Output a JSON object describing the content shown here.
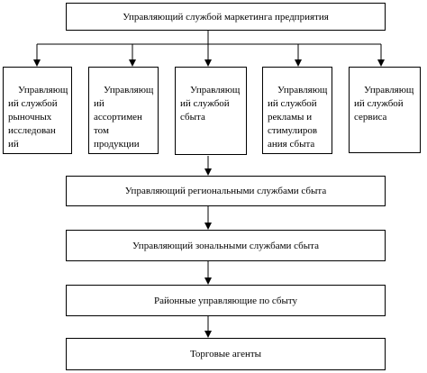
{
  "nodes": {
    "top": "Управляющий службой маркетинга предприятия",
    "research": "Управляющ\nий службой\nрыночных\nисследован\nий",
    "assortment": "Управляющ\nий\nассортимен\nтом\nпродукции",
    "sales": "Управляющ\nий службой\nсбыта",
    "advertising": "Управляющ\nий службой\nрекламы и\nстимулиров\nания сбыта",
    "service": "Управляющ\nий службой\nсервиса",
    "regional": "Управляющий региональными службами сбыта",
    "zonal": "Управляющий зональными службами сбыта",
    "district": "Районные управляющие по сбыту",
    "agents": "Торговые агенты"
  }
}
